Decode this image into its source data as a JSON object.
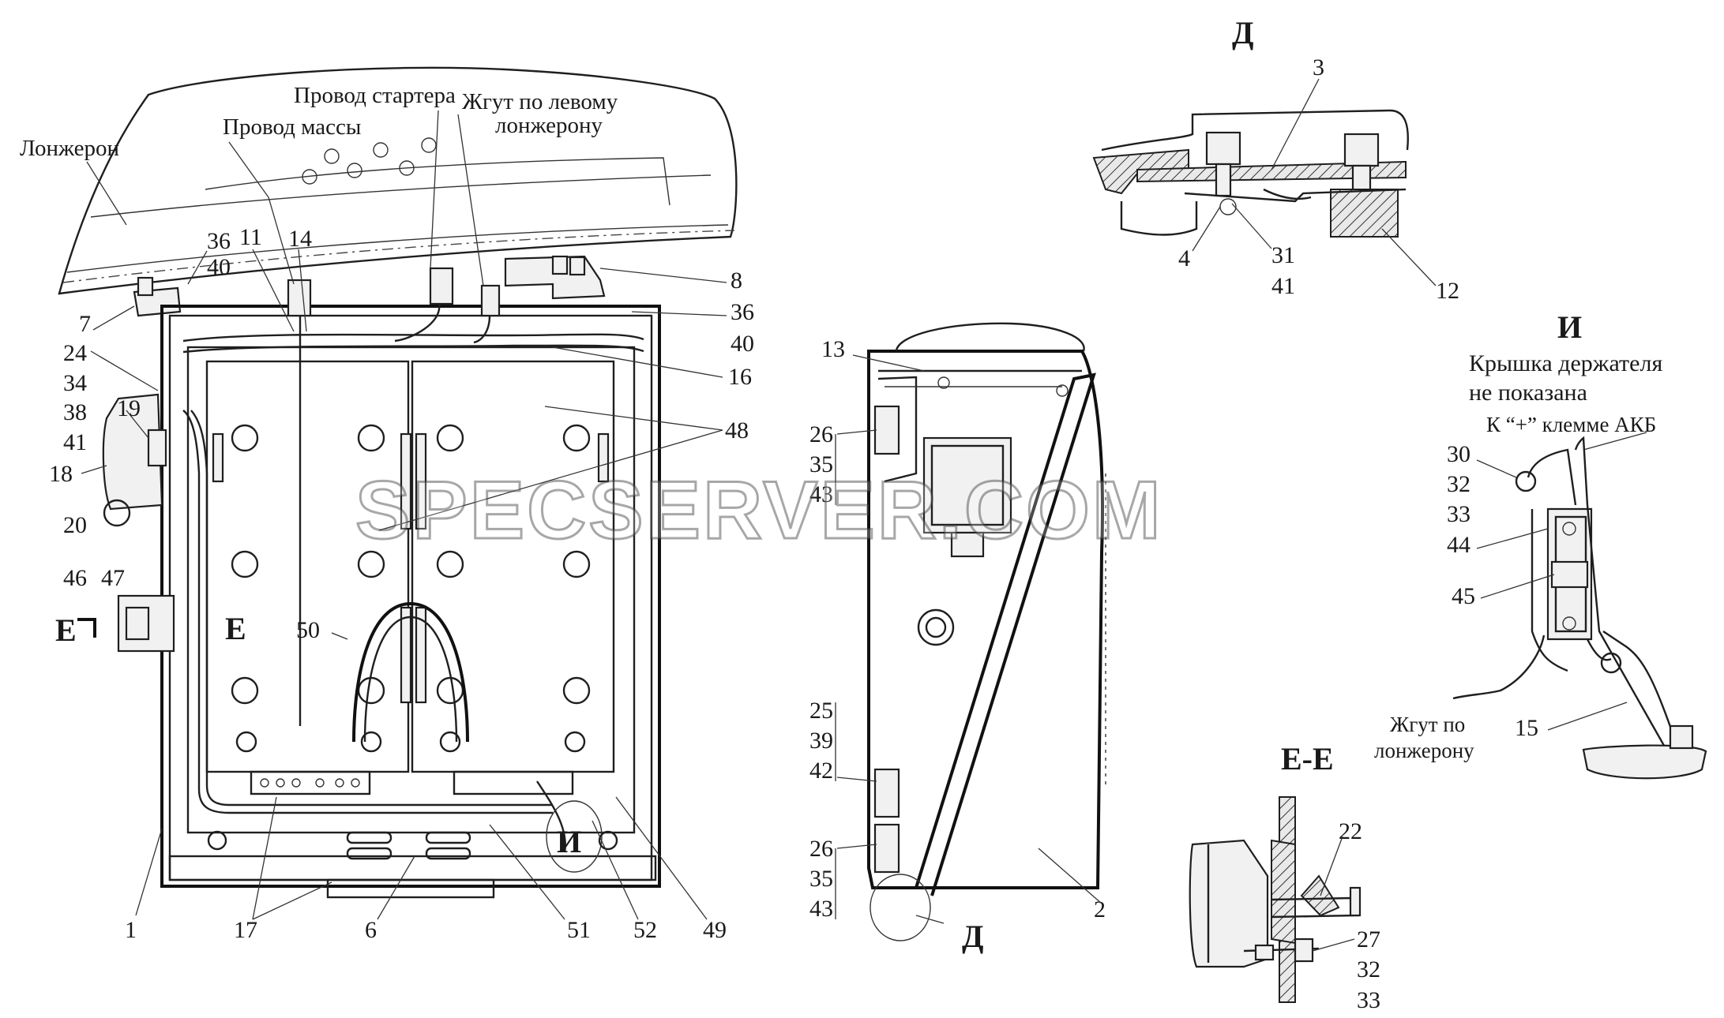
{
  "watermark": "SPECSERVER.COM",
  "main_view": {
    "notes": {
      "lonzheron": "Лонжерон",
      "provod_massy": "Провод массы",
      "provod_startera": "Провод стартера",
      "zhgut_levyi_1": "Жгут по левому",
      "zhgut_levyi_2": "лонжерону"
    },
    "callouts": [
      "36",
      "40",
      "11",
      "14",
      "8",
      "36",
      "40",
      "7",
      "16",
      "24",
      "34",
      "38",
      "41",
      "19",
      "18",
      "20",
      "48",
      "46",
      "47",
      "50",
      "1",
      "17",
      "6",
      "51",
      "52",
      "49"
    ],
    "section_marks": [
      "Е",
      "Е"
    ],
    "view_mark": "И"
  },
  "side_view": {
    "callouts": [
      "13",
      "26",
      "35",
      "43",
      "25",
      "39",
      "42",
      "26",
      "35",
      "43",
      "2"
    ],
    "view_mark": "Д"
  },
  "view_D": {
    "title": "Д",
    "callouts": [
      "3",
      "4",
      "31",
      "41",
      "12"
    ]
  },
  "view_I": {
    "title": "И",
    "note_1": "Крышка держателя",
    "note_2": "не показана",
    "terminal_note": "К “+” клемме АКБ",
    "callouts": [
      "30",
      "32",
      "33",
      "44",
      "45",
      "15"
    ],
    "harness_1": "Жгут по",
    "harness_2": "лонжерону"
  },
  "section_EE": {
    "title": "Е-Е",
    "callouts": [
      "22",
      "27",
      "32",
      "33"
    ]
  }
}
